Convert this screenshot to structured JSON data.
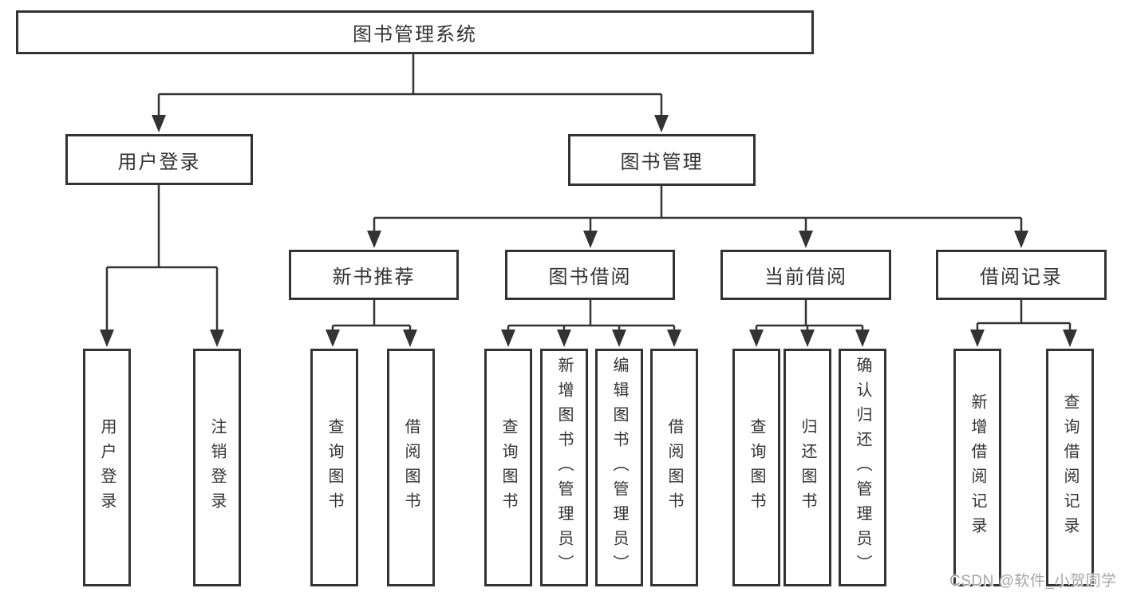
{
  "diagram_title": "图书管理系统",
  "tree": {
    "root": {
      "label": "图书管理系统"
    },
    "login": {
      "label": "用户登录",
      "leaves": [
        "用户登录",
        "注销登录"
      ]
    },
    "manage": {
      "label": "图书管理",
      "groups": [
        {
          "label": "新书推荐",
          "leaves": [
            "查询图书",
            "借阅图书"
          ]
        },
        {
          "label": "图书借阅",
          "leaves": [
            "查询图书",
            "新增图书（管理员）",
            "编辑图书（管理员）",
            "借阅图书"
          ]
        },
        {
          "label": "当前借阅",
          "leaves": [
            "查询图书",
            "归还图书",
            "确认归还（管理员）"
          ]
        },
        {
          "label": "借阅记录",
          "leaves": [
            "新增借阅记录",
            "查询借阅记录"
          ]
        }
      ]
    }
  },
  "watermark": {
    "text": "CSDN @软件_小贺同学"
  },
  "colors": {
    "line": "#333333",
    "text": "#333333",
    "background": "#ffffff",
    "watermark": "#a6a6a6"
  }
}
